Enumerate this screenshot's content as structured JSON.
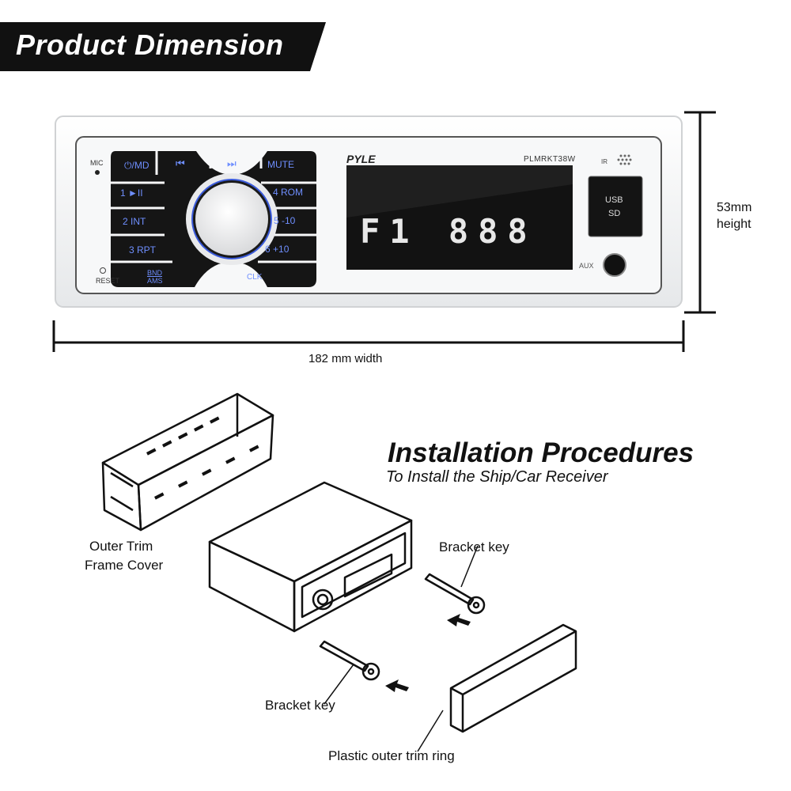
{
  "header": {
    "title": "Product Dimension"
  },
  "radio": {
    "brand": "PYLE",
    "model": "PLMRKT38W",
    "mic_label": "MIC",
    "reset_label": "RESET",
    "ir_label": "IR",
    "aux_label": "AUX",
    "usb_label": "USB",
    "sd_label": "SD",
    "display_text": "F1 888",
    "buttons": {
      "power_md": "⏻/MD",
      "prev": "⏮",
      "next": "⏭",
      "mute": "MUTE",
      "b1": "1 ►II",
      "b2": "2 INT",
      "b3": "3 RPT",
      "b4": "4 ROM",
      "b5": "5 -10",
      "b6": "6 +10",
      "bnd": "BND",
      "ams": "AMS",
      "clk": "CLK"
    }
  },
  "dimensions": {
    "height_label_1": "53mm",
    "height_label_2": "height",
    "width_label": "182 mm width"
  },
  "installation": {
    "title": "Installation Procedures",
    "subtitle": "To Install the Ship/Car Receiver",
    "labels": {
      "outer_trim_1": "Outer Trim",
      "outer_trim_2": "Frame Cover",
      "bracket_key_top": "Bracket key",
      "bracket_key_bottom": "Bracket key",
      "trim_ring": "Plastic outer trim ring"
    }
  },
  "colors": {
    "button_blue": "#6f8fff",
    "panel_black": "#111111",
    "unit_white": "#f4f5f6"
  }
}
